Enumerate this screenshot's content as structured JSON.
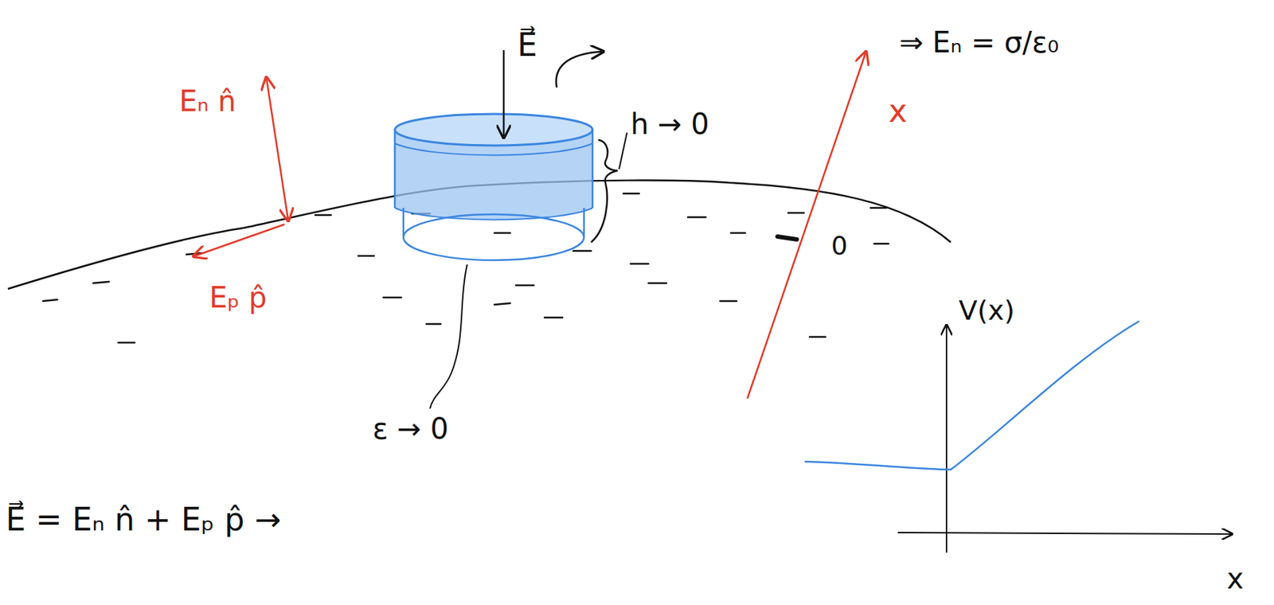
{
  "diagram": {
    "labels": [
      "Eₙ n̂",
      "E⃗",
      "h → 0",
      "⇒ Eₙ = σ/ε₀",
      "x",
      "Eₚ p̂",
      "0",
      "ε → 0",
      "V(x)",
      "x",
      "E⃗ = Eₙ n̂ + Eₚ p̂ →"
    ]
  }
}
